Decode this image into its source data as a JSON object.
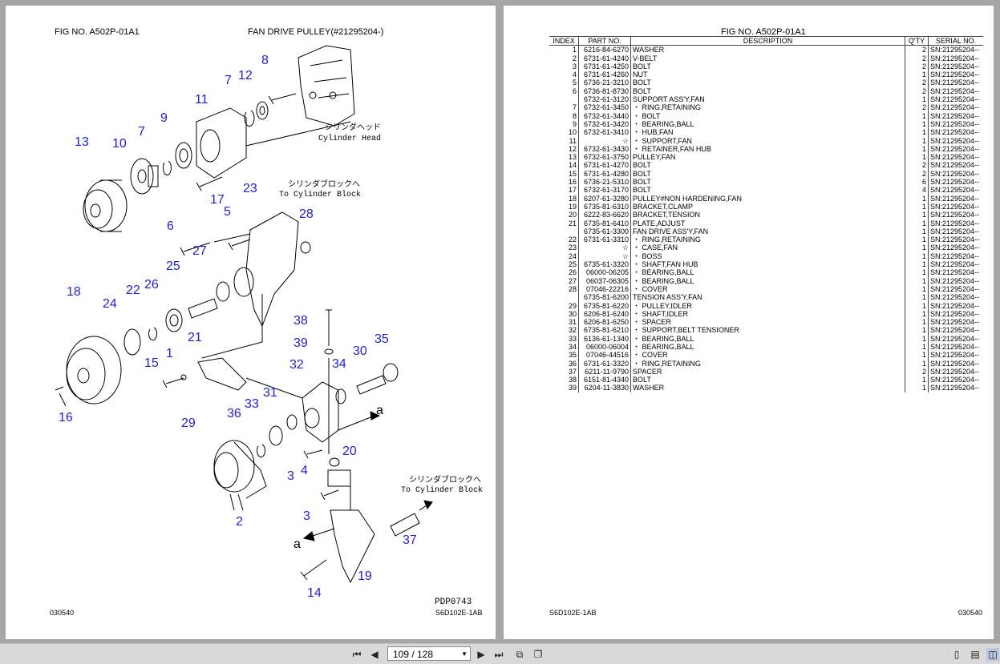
{
  "left_page": {
    "fig_no": "FIG NO.   A502P-01A1",
    "title": "FAN DRIVE PULLEY(#21295204-)",
    "footer_left": "030540",
    "footer_right": "S6D102E-1AB",
    "drawing_id": "PDP0743",
    "callouts": [
      "8",
      "12",
      "7",
      "11",
      "9",
      "13",
      "10",
      "7",
      "17",
      "23",
      "5",
      "28",
      "6",
      "27",
      "25",
      "18",
      "24",
      "22",
      "26",
      "38",
      "39",
      "35",
      "21",
      "1",
      "32",
      "34",
      "30",
      "15",
      "31",
      "16",
      "36",
      "33",
      "29",
      "20",
      "3",
      "4",
      "3",
      "2",
      "37",
      "19",
      "14"
    ],
    "annotations": {
      "cyl_head_jp": "シリンダヘッド",
      "cyl_head_en": "Cylinder Head",
      "cyl_block_jp": "シリンダブロックへ",
      "cyl_block_en": "To Cylinder Block",
      "cyl_block2_jp": "シリンダブロックへ",
      "cyl_block2_en": "To Cylinder Block",
      "a1": "a",
      "a2": "a"
    }
  },
  "right_page": {
    "fig_no": "FIG NO.   A502P-01A1",
    "footer_left": "S6D102E-1AB",
    "footer_right": "030540",
    "columns": [
      "INDEX",
      "PART NO.",
      "DESCRIPTION",
      "Q'TY",
      "SERIAL NO."
    ],
    "rows": [
      [
        "1",
        "6216-84-6270",
        "WASHER",
        "2",
        "SN:21295204--"
      ],
      [
        "2",
        "6731-61-4240",
        "V-BELT",
        "2",
        "SN:21295204--"
      ],
      [
        "3",
        "6731-61-4250",
        "BOLT",
        "2",
        "SN:21295204--"
      ],
      [
        "4",
        "6731-61-4260",
        "NUT",
        "1",
        "SN:21295204--"
      ],
      [
        "5",
        "6736-21-3210",
        "BOLT",
        "2",
        "SN:21295204--"
      ],
      [
        "6",
        "6736-81-8730",
        "BOLT",
        "2",
        "SN:21295204--"
      ],
      [
        "",
        "6732-61-3120",
        "SUPPORT ASS'Y,FAN",
        "1",
        "SN:21295204--"
      ],
      [
        "7",
        "6732-61-3450",
        "・ RING,RETAINING",
        "2",
        "SN:21295204--"
      ],
      [
        "8",
        "6732-61-3440",
        "・ BOLT",
        "1",
        "SN:21295204--"
      ],
      [
        "9",
        "6732-61-3420",
        "・ BEARING,BALL",
        "1",
        "SN:21295204--"
      ],
      [
        "10",
        "6732-61-3410",
        "・ HUB,FAN",
        "1",
        "SN:21295204--"
      ],
      [
        "11",
        "☆",
        "・ SUPPORT,FAN",
        "1",
        "SN:21295204--"
      ],
      [
        "12",
        "6732-61-3430",
        "・ RETAINER,FAN HUB",
        "1",
        "SN:21295204--"
      ],
      [
        "13",
        "6732-61-3750",
        "PULLEY,FAN",
        "1",
        "SN:21295204--"
      ],
      [
        "14",
        "6731-61-4270",
        "BOLT",
        "2",
        "SN:21295204--"
      ],
      [
        "15",
        "6731-61-4280",
        "BOLT",
        "2",
        "SN:21295204--"
      ],
      [
        "16",
        "6736-21-5310",
        "BOLT",
        "6",
        "SN:21295204--"
      ],
      [
        "17",
        "6732-61-3170",
        "BOLT",
        "4",
        "SN:21295204--"
      ],
      [
        "18",
        "6207-61-3280",
        "PULLEY#NON HARDENING,FAN",
        "1",
        "SN:21295204--"
      ],
      [
        "19",
        "6735-81-6310",
        "BRACKET,CLAMP",
        "1",
        "SN:21295204--"
      ],
      [
        "20",
        "6222-83-6620",
        "BRACKET,TENSION",
        "1",
        "SN:21295204--"
      ],
      [
        "21",
        "6735-81-6410",
        "PLATE,ADJUST",
        "1",
        "SN:21295204--"
      ],
      [
        "",
        "6735-61-3300",
        "FAN DRIVE ASS'Y,FAN",
        "1",
        "SN:21295204--"
      ],
      [
        "22",
        "6731-61-3310",
        "・ RING,RETAINING",
        "1",
        "SN:21295204--"
      ],
      [
        "23",
        "☆",
        "・ CASE,FAN",
        "1",
        "SN:21295204--"
      ],
      [
        "24",
        "☆",
        "・ BOSS",
        "1",
        "SN:21295204--"
      ],
      [
        "25",
        "6735-61-3320",
        "・ SHAFT,FAN HUB",
        "1",
        "SN:21295204--"
      ],
      [
        "26",
        "06000-06205",
        "・ BEARING,BALL",
        "1",
        "SN:21295204--"
      ],
      [
        "27",
        "06037-06305",
        "・ BEARING,BALL",
        "1",
        "SN:21295204--"
      ],
      [
        "28",
        "07046-22216",
        "・ COVER",
        "1",
        "SN:21295204--"
      ],
      [
        "",
        "6735-81-6200",
        "TENSION ASS'Y,FAN",
        "1",
        "SN:21295204--"
      ],
      [
        "29",
        "6735-81-6220",
        "・ PULLEY,IDLER",
        "1",
        "SN:21295204--"
      ],
      [
        "30",
        "6206-81-6240",
        "・ SHAFT,IDLER",
        "1",
        "SN:21295204--"
      ],
      [
        "31",
        "6206-81-6250",
        "・ SPACER",
        "1",
        "SN:21295204--"
      ],
      [
        "32",
        "6735-81-6210",
        "・ SUPPORT,BELT TENSIONER",
        "1",
        "SN:21295204--"
      ],
      [
        "33",
        "6136-61-1340",
        "・ BEARING,BALL",
        "1",
        "SN:21295204--"
      ],
      [
        "34",
        "06000-06004",
        "・ BEARING,BALL",
        "1",
        "SN:21295204--"
      ],
      [
        "35",
        "07046-44516",
        "・ COVER",
        "1",
        "SN:21295204--"
      ],
      [
        "36",
        "6731-61-3320",
        "・ RING,RETAINING",
        "1",
        "SN:21295204--"
      ],
      [
        "37",
        "6211-11-9790",
        "SPACER",
        "2",
        "SN:21295204--"
      ],
      [
        "38",
        "6151-81-4340",
        "BOLT",
        "1",
        "SN:21295204--"
      ],
      [
        "39",
        "6204-11-3830",
        "WASHER",
        "1",
        "SN:21295204--"
      ]
    ]
  },
  "toolbar": {
    "page_indicator": "109 / 128",
    "icons": {
      "first": "first-page-icon",
      "prev": "prev-page-icon",
      "next": "next-page-icon",
      "last": "last-page-icon"
    }
  },
  "colors": {
    "callout": "#1f1fd6",
    "background": "#a6a6a6",
    "toolbar": "#d9d9d9"
  }
}
